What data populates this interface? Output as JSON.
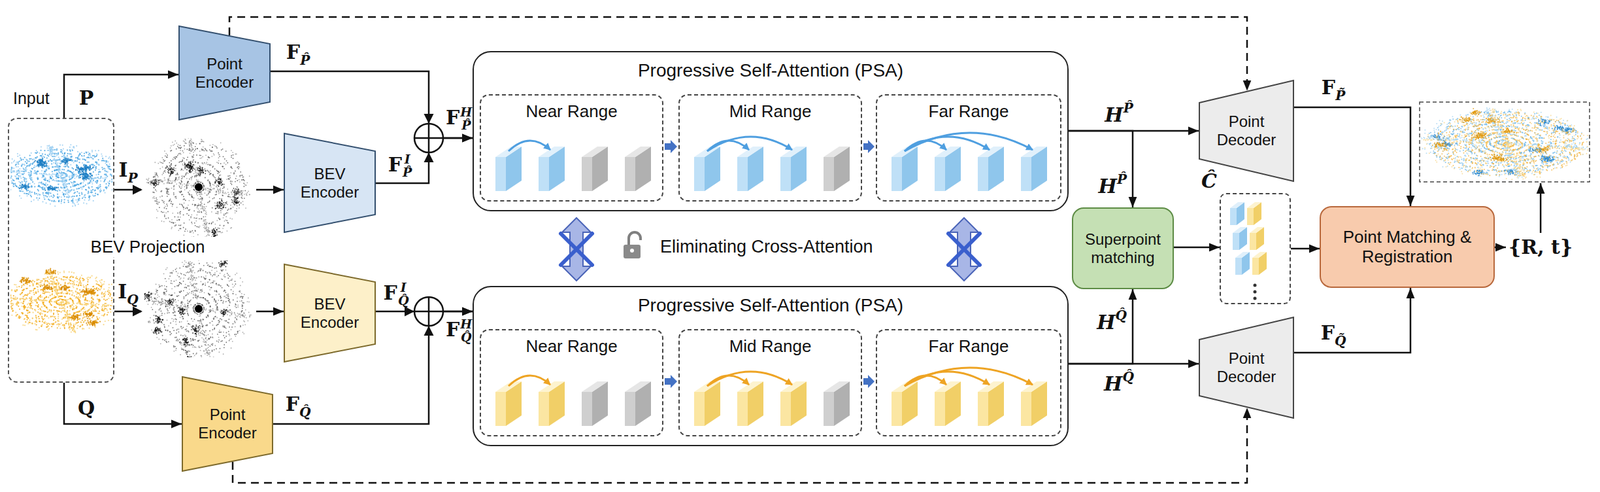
{
  "diagram": {
    "nodes": [
      {
        "text": [
          "Input"
        ]
      },
      {
        "text": [
          "Point Encoder"
        ]
      },
      {
        "text": [
          "BEV Encoder"
        ]
      },
      {
        "text": [
          "BEV Encoder"
        ]
      },
      {
        "text": [
          "Point Encoder"
        ]
      },
      {
        "text": [
          "Progressive Self-Attention (PSA)"
        ]
      },
      {
        "text": [
          "Near Range"
        ],
        "in": 5
      },
      {
        "text": [
          "Mid Range"
        ],
        "in": 5
      },
      {
        "text": [
          "Far Range"
        ],
        "in": 5
      },
      {
        "text": [
          "Progressive Self-Attention (PSA)"
        ]
      },
      {
        "text": [
          "Near Range"
        ],
        "in": 9
      },
      {
        "text": [
          "Mid Range"
        ],
        "in": 9
      },
      {
        "text": [
          "Far Range"
        ],
        "in": 9
      },
      {
        "text": [
          "Point Decoder"
        ]
      },
      {
        "text": [
          "Superpoint matching"
        ]
      },
      {
        "text": [
          "Ĉ"
        ]
      },
      {
        "text": [
          "Point Decoder"
        ]
      },
      {
        "text": [
          "Point Matching & Registration"
        ]
      }
    ],
    "edges": [
      {
        "from": 0,
        "to": 1,
        "arrow": "to",
        "label": "P"
      },
      {
        "from": 0,
        "to": 2,
        "arrow": "to",
        "label": "IP"
      },
      {
        "from": 0,
        "to": 3,
        "arrow": "to",
        "label": "IQ"
      },
      {
        "from": 0,
        "to": 4,
        "arrow": "to",
        "label": "Q"
      },
      {
        "from": 1,
        "to": 5,
        "arrow": "to",
        "label": "FP̂"
      },
      {
        "from": 2,
        "to": 5,
        "arrow": "to",
        "label": "FIP̂"
      },
      {
        "from": 3,
        "to": 9,
        "arrow": "to",
        "label": "FIQ̂"
      },
      {
        "from": 4,
        "to": 9,
        "arrow": "to",
        "label": "FQ̂"
      },
      {
        "from": 5,
        "to": 13,
        "arrow": "to",
        "label": "HP̂"
      },
      {
        "from": 5,
        "to": 14,
        "arrow": "to",
        "label": "HP̂"
      },
      {
        "from": 9,
        "to": 14,
        "arrow": "to",
        "label": "HQ̂"
      },
      {
        "from": 9,
        "to": 16,
        "arrow": "to",
        "label": "HQ̂"
      },
      {
        "from": 14,
        "to": 15,
        "arrow": "to"
      },
      {
        "from": 15,
        "to": 17,
        "arrow": "to"
      },
      {
        "from": 13,
        "to": 17,
        "arrow": "to",
        "label": "FP̃"
      },
      {
        "from": 16,
        "to": 17,
        "arrow": "to",
        "label": "FQ̃"
      },
      {
        "from": 1,
        "to": 13,
        "arrow": "to"
      },
      {
        "from": 4,
        "to": 16,
        "arrow": "to"
      }
    ],
    "labels": [
      "BEV Projection",
      "FHP̂",
      "FHQ̂",
      "Eliminating Cross-Attention",
      "{R, t}"
    ]
  }
}
